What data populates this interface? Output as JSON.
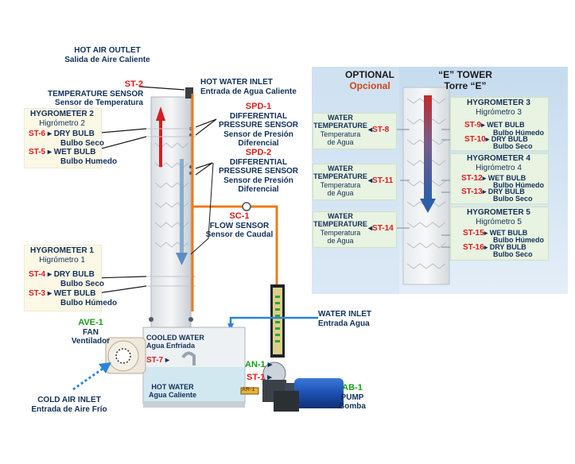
{
  "hot_air_outlet": {
    "en": "HOT AIR OUTLET",
    "es": "Salida de Aire Caliente"
  },
  "st2": {
    "tag": "ST-2",
    "en": "TEMPERATURE SENSOR",
    "es": "Sensor de Temperatura"
  },
  "hot_water_inlet": {
    "en": "HOT WATER INLET",
    "es": "Entrada de Agua Caliente"
  },
  "spd1": {
    "tag": "SPD-1",
    "l1": "DIFFERENTIAL",
    "l2": "PRESSURE SENSOR",
    "l3": "Sensor de Presión",
    "l4": "Diferencial"
  },
  "spd2": {
    "tag": "SPD-2",
    "l1": "DIFFERENTIAL",
    "l2": "PRESSURE SENSOR",
    "l3": "Sensor de Presión",
    "l4": "Diferencial"
  },
  "sc1": {
    "tag": "SC-1",
    "en": "FLOW SENSOR",
    "es": "Sensor de Caudal"
  },
  "hygrometer2": {
    "title": "HYGROMETER 2",
    "sub": "Higrómetro 2",
    "dry_tag": "ST-6",
    "dry_en": "DRY BULB",
    "dry_es": "Bulbo Seco",
    "wet_tag": "ST-5",
    "wet_en": "WET BULB",
    "wet_es": "Bulbo Humedo"
  },
  "hygrometer1": {
    "title": "HYGROMETER 1",
    "sub": "Higrómetro 1",
    "dry_tag": "ST-4",
    "dry_en": "DRY BULB",
    "dry_es": "Bulbo Seco",
    "wet_tag": "ST-3",
    "wet_en": "WET BULB",
    "wet_es": "Bulbo Húmedo"
  },
  "fan": {
    "tag": "AVE-1",
    "en": "FAN",
    "es": "Ventilador"
  },
  "cold_air_inlet": {
    "en": "COLD AIR INLET",
    "es": "Entrada de Aire Frío"
  },
  "cooled_water": {
    "en": "COOLED WATER",
    "es": "Agua Enfriada"
  },
  "st7": "ST-7",
  "hot_water": {
    "en": "HOT WATER",
    "es": "Agua Caliente"
  },
  "an1": "AN-1",
  "st1": "ST-1",
  "ar1": "AR-1",
  "water_inlet": {
    "en": "WATER INLET",
    "es": "Entrada Agua"
  },
  "pump": {
    "tag": "AB-1",
    "en": "PUMP",
    "es": "Bomba"
  },
  "optional": {
    "en": "OPTIONAL",
    "es": "Opcional"
  },
  "e_tower": {
    "en": "“E” TOWER",
    "es": "Torre “E”"
  },
  "water_temps": [
    {
      "l1": "WATER",
      "l2": "TEMPERATURE",
      "l3": "Temperatura",
      "l4": "de Agua",
      "tag": "ST-8"
    },
    {
      "l1": "WATER",
      "l2": "TEMPERATURE",
      "l3": "Temperatura",
      "l4": "de Agua",
      "tag": "ST-11"
    },
    {
      "l1": "WATER",
      "l2": "TEMPERATURE",
      "l3": "Temperatura",
      "l4": "de Agua",
      "tag": "ST-14"
    }
  ],
  "hygrometer3": {
    "title": "HYGROMETER 3",
    "sub": "Higrómetro 3",
    "wet_tag": "ST-9",
    "wet_en": "WET BULB",
    "wet_es": "Bulbo Húmedo",
    "dry_tag": "ST-10",
    "dry_en": "DRY BULB",
    "dry_es": "Bulbo Seco"
  },
  "hygrometer4": {
    "title": "HYGROMETER 4",
    "sub": "Higrómetro 4",
    "wet_tag": "ST-12",
    "wet_en": "WET BULB",
    "wet_es": "Bulbo Húmedo",
    "dry_tag": "ST-13",
    "dry_en": "DRY BULB",
    "dry_es": "Bulbo Seco"
  },
  "hygrometer5": {
    "title": "HYGROMETER 5",
    "sub": "Higrómetro 5",
    "wet_tag": "ST-15",
    "wet_en": "WET BULB",
    "wet_es": "Bulbo Húmedo",
    "dry_tag": "ST-16",
    "dry_en": "DRY BULB",
    "dry_es": "Bulbo Seco"
  }
}
